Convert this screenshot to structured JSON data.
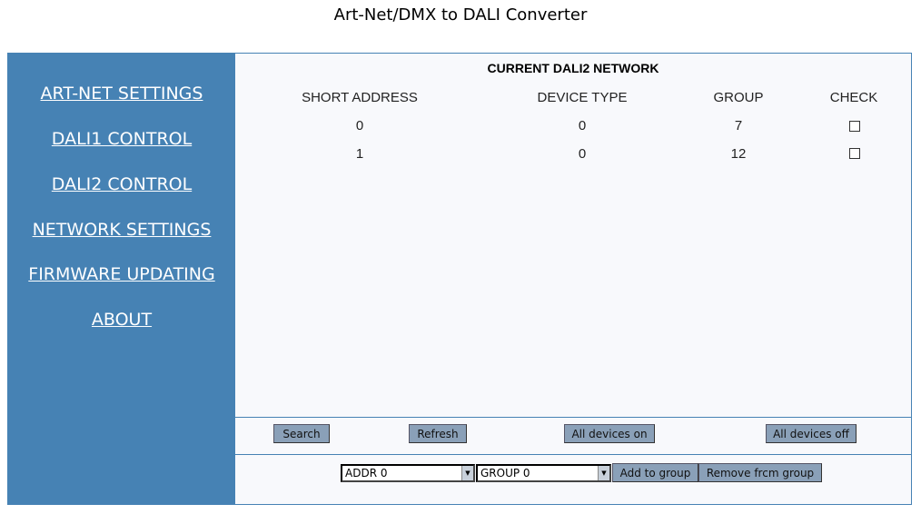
{
  "title": "Art-Net/DMX to DALI Converter",
  "sidebar": {
    "items": [
      {
        "label": "ART-NET SETTINGS"
      },
      {
        "label": "DALI1 CONTROL"
      },
      {
        "label": "DALI2 CONTROL"
      },
      {
        "label": "NETWORK SETTINGS"
      },
      {
        "label": "FIRMWARE UPDATING"
      },
      {
        "label": "ABOUT"
      }
    ]
  },
  "main": {
    "heading": "CURRENT DALI2 NETWORK",
    "columns": [
      "SHORT ADDRESS",
      "DEVICE TYPE",
      "GROUP",
      "CHECK"
    ],
    "rows": [
      [
        "0",
        "0",
        "7"
      ],
      [
        "1",
        "0",
        "12"
      ]
    ],
    "buttons": {
      "search": "Search",
      "refresh": "Refresh",
      "all_on": "All devices on",
      "all_off": "All devices off"
    },
    "addr_select": "ADDR 0",
    "group_select": "GROUP 0",
    "add_to_group": "Add to group",
    "remove_from_group": "Remove frcm group"
  },
  "colors": {
    "sidebar": "#4682b4",
    "button": "#8aa0b8"
  }
}
